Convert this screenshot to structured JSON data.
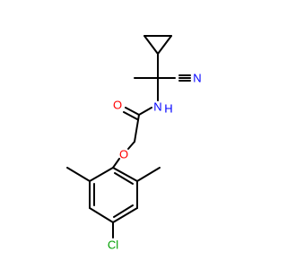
{
  "molecule": {
    "atom_labels": {
      "o_carbonyl": "O",
      "n_amide": "N",
      "h_amide": "H",
      "n_nitrile": "N",
      "o_ether": "O",
      "cl": "Cl"
    },
    "colors": {
      "bond": "#000000",
      "oxygen": "#ff0000",
      "nitrogen": "#0000ff",
      "chlorine": "#00a000"
    }
  }
}
